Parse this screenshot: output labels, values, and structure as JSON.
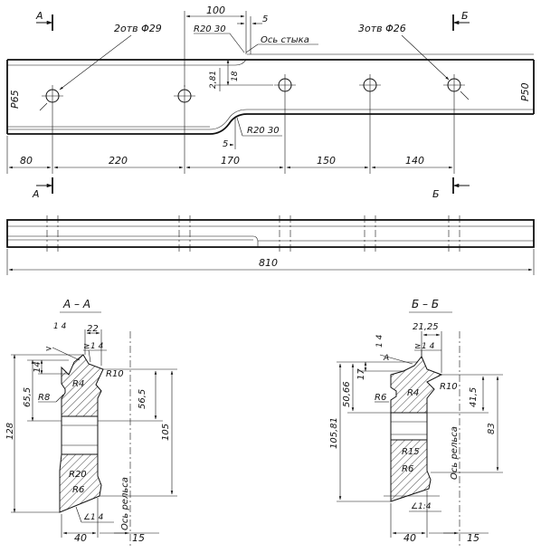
{
  "top_view": {
    "section_a_mark": "А",
    "section_b_mark": "Б",
    "holes_left_label": "2отв Φ29",
    "holes_right_label": "3отв Φ26",
    "profile_left": "Р65",
    "profile_right": "Р50",
    "dim_100": "100",
    "dim_5_top": "5",
    "r20_30_top": "R20 30",
    "joint_axis": "Ось стыка",
    "dim_2_81": "2,81",
    "dim_18": "18",
    "dim_5_bottom": "5",
    "r20_30_bottom": "R20 30",
    "dims_bottom": [
      "80",
      "220",
      "170",
      "150",
      "140"
    ]
  },
  "side_view": {
    "total_length": "810"
  },
  "section_a": {
    "title": "А – А",
    "slope_left": "1 4",
    "width_top": "22",
    "slope_top": "1 4",
    "h14": "14",
    "r4": "R4",
    "r10": "R10",
    "r8": "R8",
    "h65_5": "65,5",
    "h56_5": "56,5",
    "h128": "128",
    "h105": "105",
    "r20": "R20",
    "r6": "R6",
    "slope_bottom": "1 4",
    "width_bottom": "40",
    "offset": "15",
    "rail_axis": "Ось рельса"
  },
  "section_b": {
    "title": "Б – Б",
    "slope_left": "1 4",
    "width_top": "21,25",
    "slope_top": "1 4",
    "mark_a": "А",
    "h17": "17",
    "r4": "R4",
    "r10": "R10",
    "r6_top": "R6",
    "h50_66": "50,66",
    "h41_5": "41,5",
    "h105_81": "105,81",
    "h83": "83",
    "r15": "R15",
    "r6": "R6",
    "slope_bottom": "1:4",
    "width_bottom": "40",
    "offset": "15",
    "rail_axis": "Ось рельса"
  }
}
